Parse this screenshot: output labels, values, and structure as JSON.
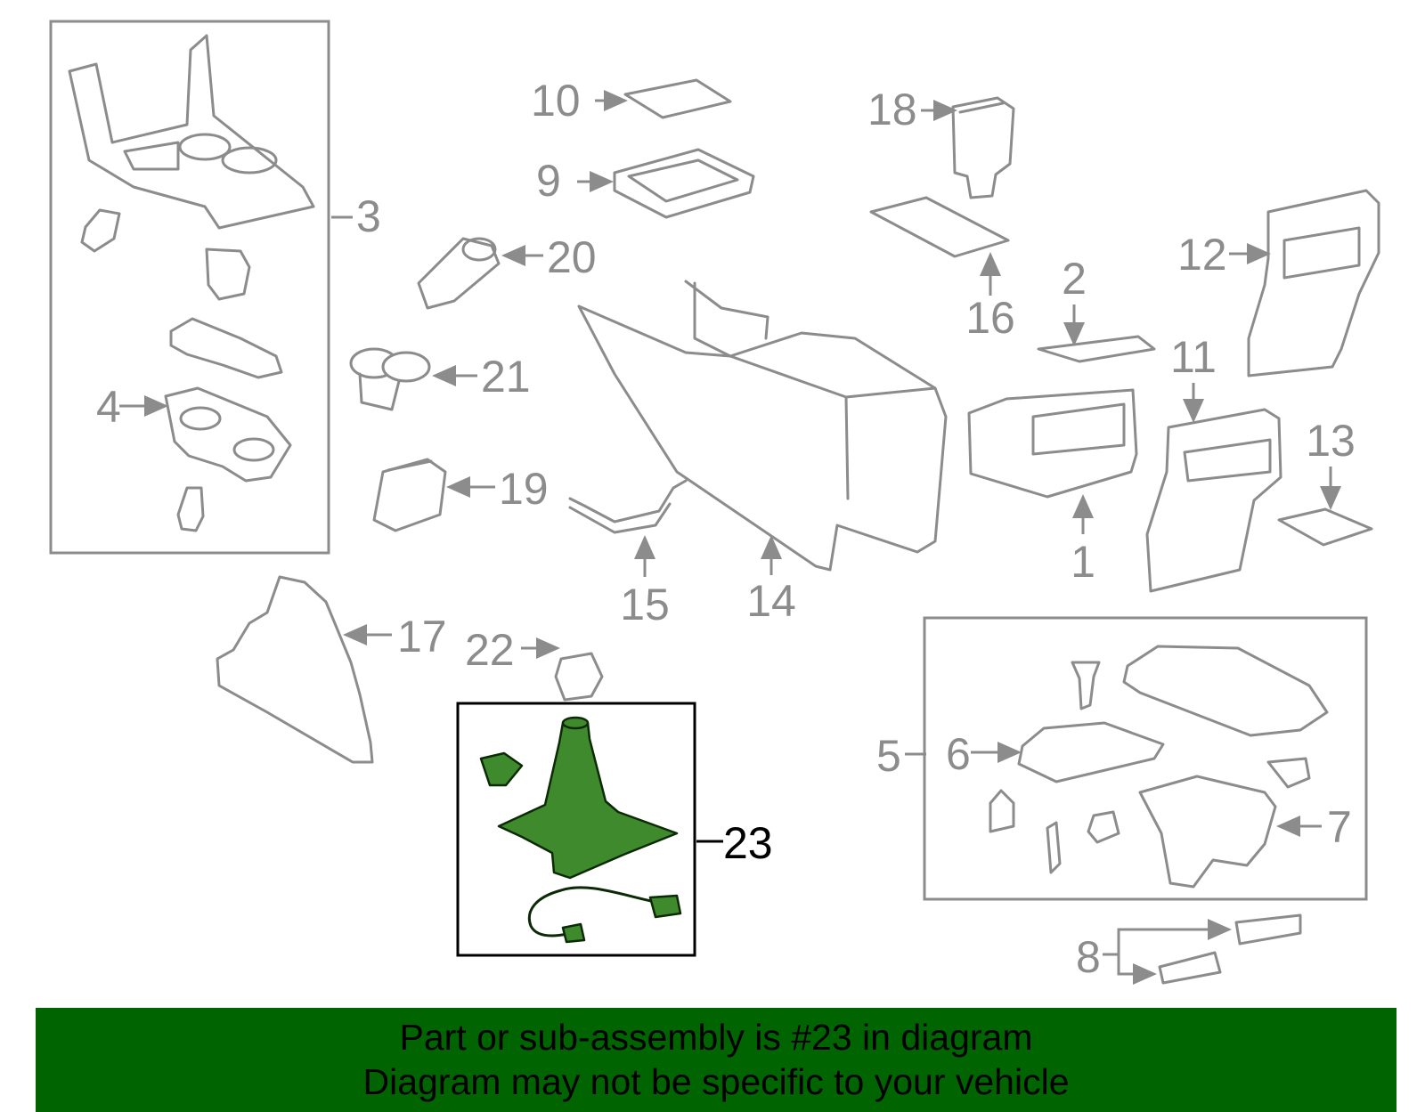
{
  "callouts": {
    "c1": "1",
    "c2": "2",
    "c3": "3",
    "c4": "4",
    "c5": "5",
    "c6": "6",
    "c7": "7",
    "c8": "8",
    "c9": "9",
    "c10": "10",
    "c11": "11",
    "c12": "12",
    "c13": "13",
    "c14": "14",
    "c15": "15",
    "c16": "16",
    "c17": "17",
    "c18": "18",
    "c19": "19",
    "c20": "20",
    "c21": "21",
    "c22": "22",
    "c23": "23"
  },
  "highlighted_part": "23",
  "colors": {
    "line_art": "#8c8c8c",
    "highlight_fill": "#3f8a2c",
    "highlight_box": "#000000",
    "banner_bg": "#006400",
    "banner_text": "#000000"
  },
  "banner": {
    "line1": "Part or sub-assembly is #23 in diagram",
    "line2": "Diagram may not be specific to your vehicle"
  }
}
